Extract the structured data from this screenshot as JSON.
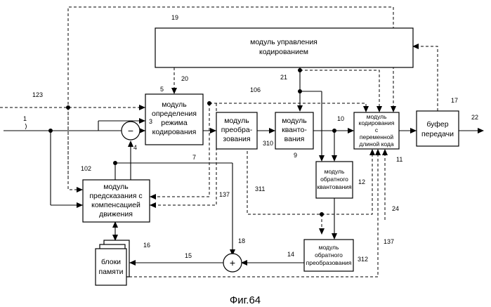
{
  "blocks": {
    "coding_control": [
      "модуль управления",
      "кодированием"
    ],
    "mode_decision": [
      "модуль",
      "определения",
      "режима",
      "кодирования"
    ],
    "transform": [
      "модуль",
      "преобра-",
      "зования"
    ],
    "quantization": [
      "модуль",
      "кванто-",
      "вания"
    ],
    "vlc": [
      "модуль",
      "кодирования",
      "с",
      "переменной",
      "длиной кода"
    ],
    "tx_buffer": [
      "буфер",
      "передачи"
    ],
    "inverse_quant": [
      "модуль",
      "обратного",
      "квантования"
    ],
    "inverse_transform": [
      "модуль",
      "обратного",
      "преобразования"
    ],
    "motion_comp": [
      "модуль",
      "предсказания с",
      "компенсацией",
      "движения"
    ],
    "memory": [
      "блоки",
      "памяти"
    ]
  },
  "symbols": {
    "subtract": "−",
    "add": "+"
  },
  "refs": {
    "r1": "1",
    "r3": "3",
    "r4": "4",
    "r5": "5",
    "r7": "7",
    "r9": "9",
    "r10": "10",
    "r11": "11",
    "r12": "12",
    "r14": "14",
    "r15": "15",
    "r16": "16",
    "r17": "17",
    "r18": "18",
    "r19": "19",
    "r20": "20",
    "r21": "21",
    "r22": "22",
    "r24": "24",
    "r102": "102",
    "r106": "106",
    "r123": "123",
    "r137a": "137",
    "r137b": "137",
    "r310": "310",
    "r311": "311",
    "r312": "312"
  },
  "caption": "Фиг.64"
}
